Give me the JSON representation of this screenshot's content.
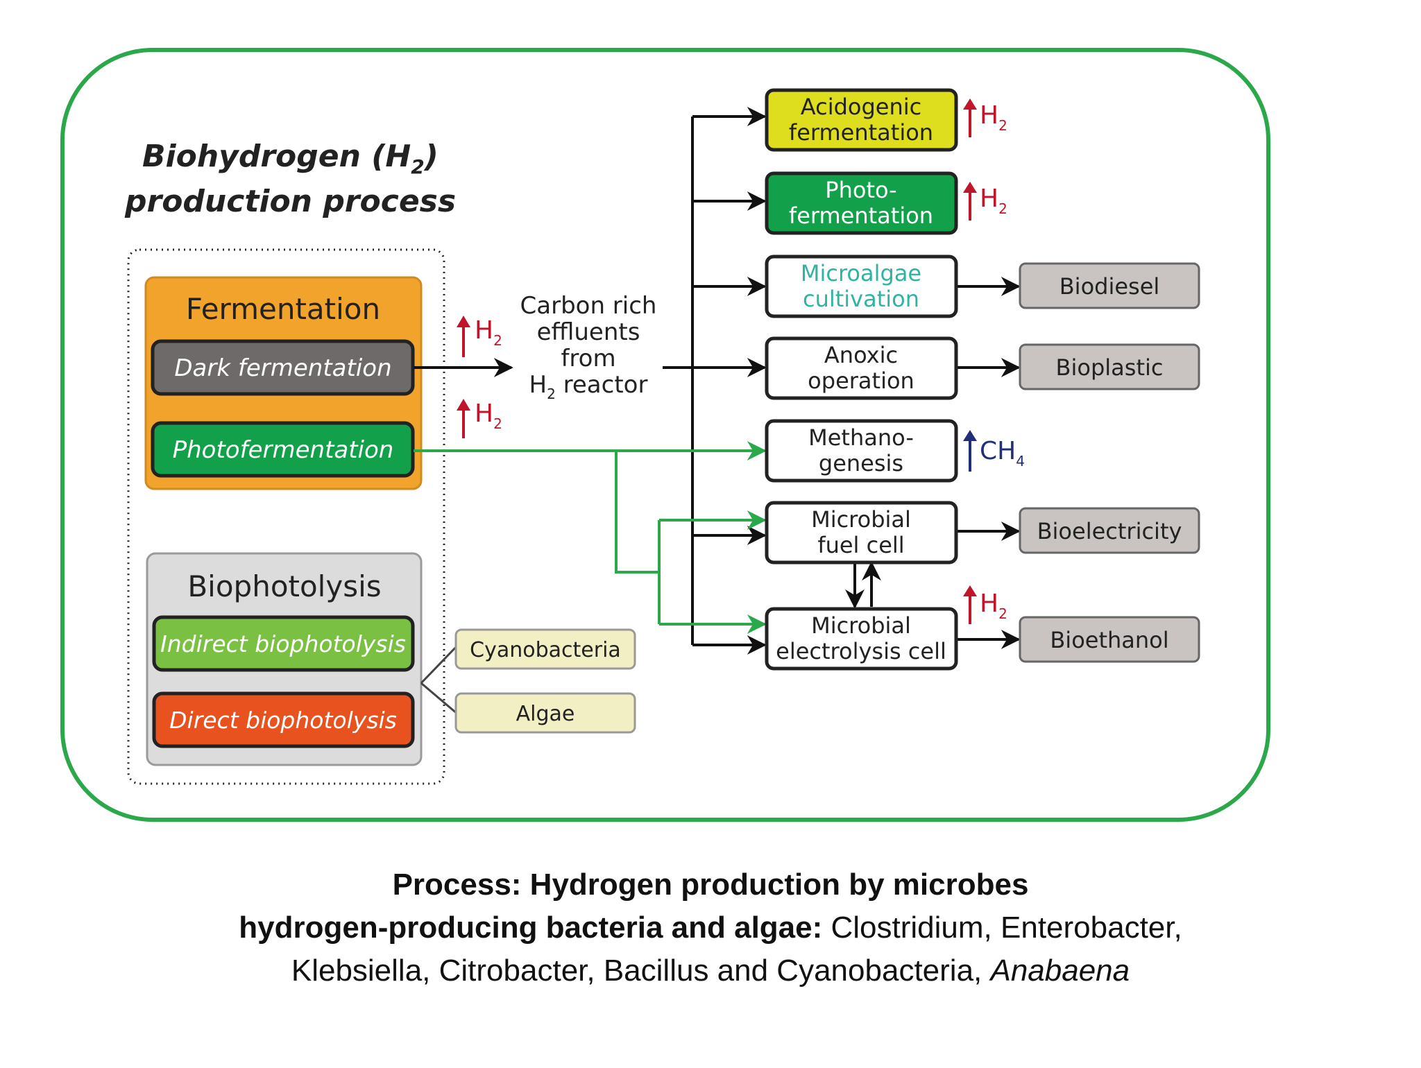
{
  "title": {
    "line1": "Biohydrogen (H",
    "sub": "2",
    "line1_end": ")",
    "line2": "production process"
  },
  "fermentation": {
    "heading": "Fermentation",
    "dark": "Dark fermentation",
    "photo": "Photofermentation"
  },
  "biophotolysis": {
    "heading": "Biophotolysis",
    "indirect": "Indirect biophotolysis",
    "direct": "Direct biophotolysis"
  },
  "organisms": {
    "cyano": "Cyanobacteria",
    "algae": "Algae"
  },
  "effluent": {
    "l1": "Carbon rich",
    "l2": "effluents",
    "l3": "from",
    "l4_pre": "H",
    "l4_sub": "2",
    "l4_post": " reactor"
  },
  "gas": {
    "h": "H",
    "h_sub": "2",
    "ch": "CH",
    "ch_sub": "4"
  },
  "processes": {
    "acidogenic": [
      "Acidogenic",
      "fermentation"
    ],
    "photo": [
      "Photo-",
      "fermentation"
    ],
    "microalgae": [
      "Microalgae",
      "cultivation"
    ],
    "anoxic": [
      "Anoxic",
      "operation"
    ],
    "methano": [
      "Methano-",
      "genesis"
    ],
    "mfc": [
      "Microbial",
      "fuel cell"
    ],
    "mec": [
      "Microbial",
      "electrolysis cell"
    ]
  },
  "products": {
    "biodiesel": "Biodiesel",
    "bioplastic": "Bioplastic",
    "bioelectricity": "Bioelectricity",
    "bioethanol": "Bioethanol"
  },
  "caption": {
    "line1": "Process: Hydrogen production by microbes",
    "line2_bold": "hydrogen-producing bacteria and algae:",
    "line2_rest": " Clostridium, Enterobacter,",
    "line3_rest": "Klebsiella, Citrobacter, Bacillus and Cyanobacteria, ",
    "line3_italic": "Anabaena"
  },
  "colors": {
    "frame": "#2aa84a",
    "fermentation": "#f2a32c",
    "dark": "#6e6a6a",
    "photo": "#12a04a",
    "indirect": "#7ac143",
    "direct": "#e8521f",
    "acidogenic": "#dede1f",
    "product": "#c9c3c1",
    "organism": "#f3efc5",
    "h2_arrow": "#c0152a",
    "ch4_arrow": "#1f2f7a",
    "microalgae_text": "#2fb3a3"
  }
}
